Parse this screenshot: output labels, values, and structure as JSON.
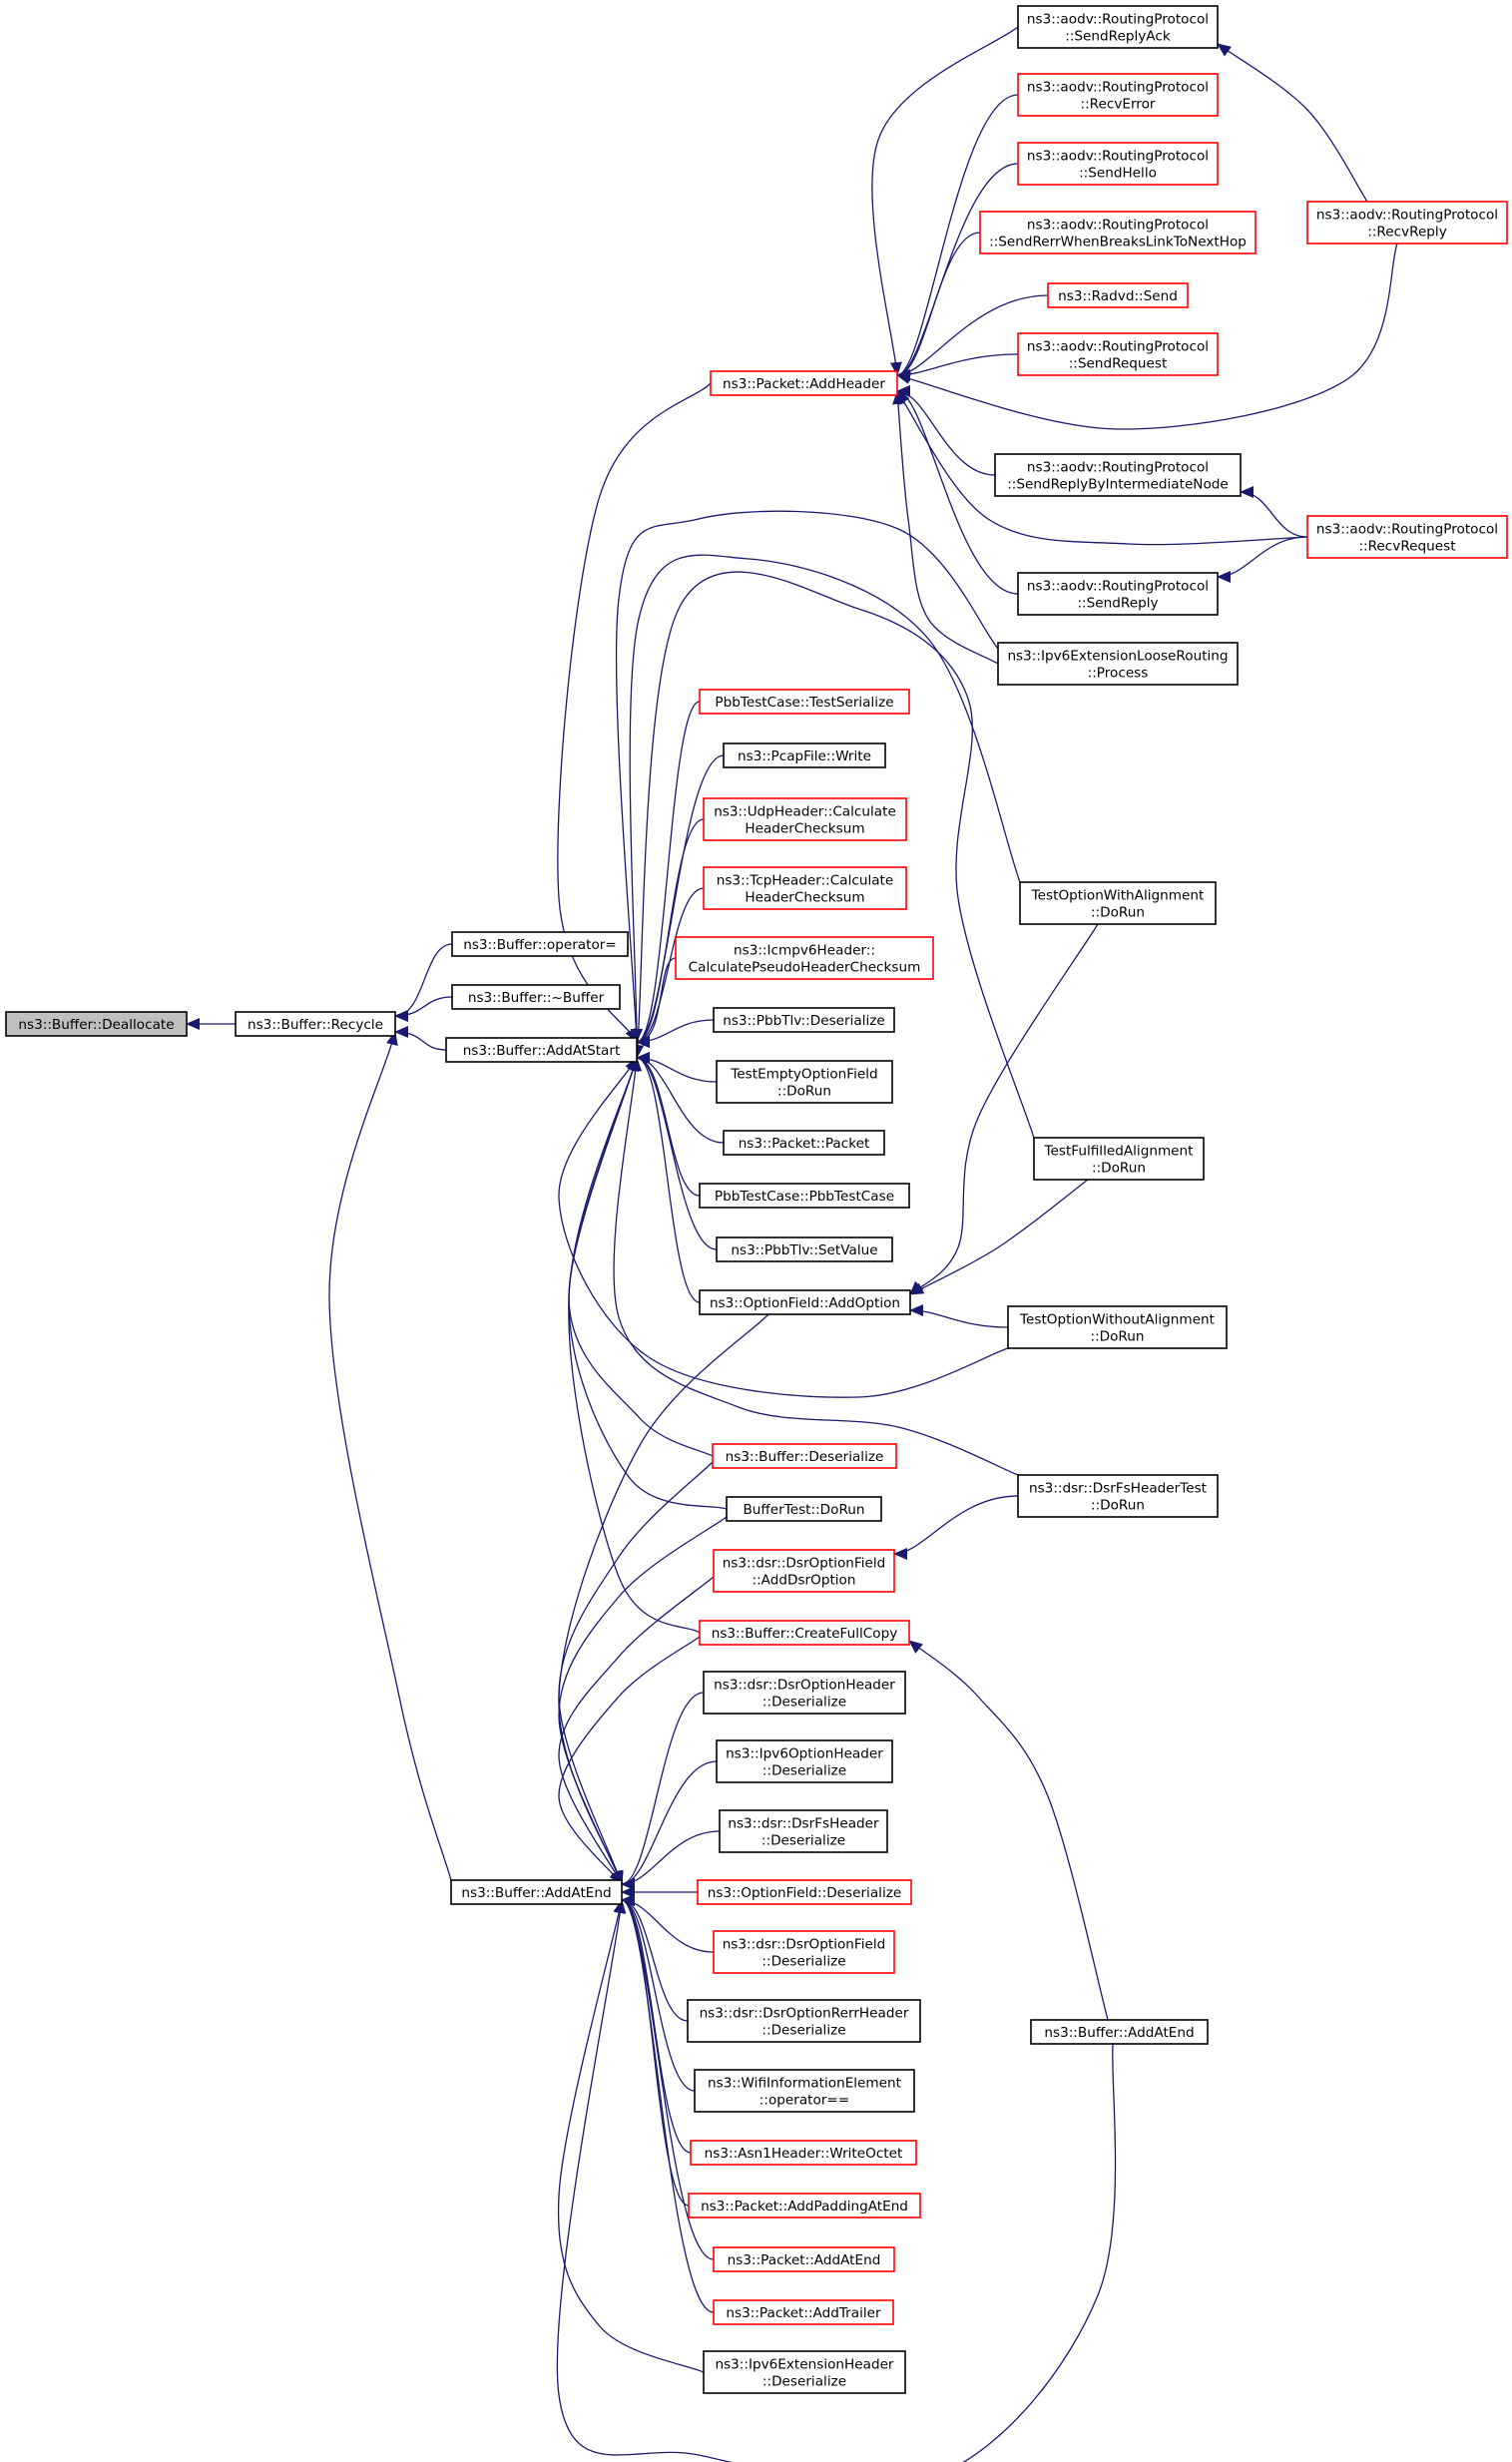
{
  "diagram_title": "",
  "colors": {
    "edge": "#191970",
    "root_fill": "#bfbfbf",
    "border_black": "#000000",
    "border_red": "#ff0000",
    "background": "#ffffff"
  },
  "nodes": [
    {
      "id": "dealloc",
      "lines": [
        "ns3::Buffer::Deallocate"
      ],
      "border": "root"
    },
    {
      "id": "recycle",
      "lines": [
        "ns3::Buffer::Recycle"
      ],
      "border": "black"
    },
    {
      "id": "op_assign",
      "lines": [
        "ns3::Buffer::operator="
      ],
      "border": "black"
    },
    {
      "id": "destructor",
      "lines": [
        "ns3::Buffer::~Buffer"
      ],
      "border": "black"
    },
    {
      "id": "addatstart",
      "lines": [
        "ns3::Buffer::AddAtStart"
      ],
      "border": "black"
    },
    {
      "id": "addatend",
      "lines": [
        "ns3::Buffer::AddAtEnd"
      ],
      "border": "black"
    },
    {
      "id": "pkt_addheader",
      "lines": [
        "ns3::Packet::AddHeader"
      ],
      "border": "red"
    },
    {
      "id": "aodv_sendreplyack",
      "lines": [
        "ns3::aodv::RoutingProtocol",
        "::SendReplyAck"
      ],
      "border": "black"
    },
    {
      "id": "aodv_recverror",
      "lines": [
        "ns3::aodv::RoutingProtocol",
        "::RecvError"
      ],
      "border": "red"
    },
    {
      "id": "aodv_sendhello",
      "lines": [
        "ns3::aodv::RoutingProtocol",
        "::SendHello"
      ],
      "border": "red"
    },
    {
      "id": "aodv_sendrerr",
      "lines": [
        "ns3::aodv::RoutingProtocol",
        "::SendRerrWhenBreaksLinkToNextHop"
      ],
      "border": "red"
    },
    {
      "id": "radvd_send",
      "lines": [
        "ns3::Radvd::Send"
      ],
      "border": "red"
    },
    {
      "id": "aodv_sendrequest",
      "lines": [
        "ns3::aodv::RoutingProtocol",
        "::SendRequest"
      ],
      "border": "red"
    },
    {
      "id": "aodv_sendreplyinter",
      "lines": [
        "ns3::aodv::RoutingProtocol",
        "::SendReplyByIntermediateNode"
      ],
      "border": "black"
    },
    {
      "id": "aodv_sendreply",
      "lines": [
        "ns3::aodv::RoutingProtocol",
        "::SendReply"
      ],
      "border": "black"
    },
    {
      "id": "ipv6ext_loose",
      "lines": [
        "ns3::Ipv6ExtensionLooseRouting",
        "::Process"
      ],
      "border": "black"
    },
    {
      "id": "aodv_recvreply",
      "lines": [
        "ns3::aodv::RoutingProtocol",
        "::RecvReply"
      ],
      "border": "red"
    },
    {
      "id": "aodv_recvrequest",
      "lines": [
        "ns3::aodv::RoutingProtocol",
        "::RecvRequest"
      ],
      "border": "red"
    },
    {
      "id": "pbb_testserialize",
      "lines": [
        "PbbTestCase::TestSerialize"
      ],
      "border": "red"
    },
    {
      "id": "pcap_write",
      "lines": [
        "ns3::PcapFile::Write"
      ],
      "border": "black"
    },
    {
      "id": "udp_checksum",
      "lines": [
        "ns3::UdpHeader::Calculate",
        "HeaderChecksum"
      ],
      "border": "red"
    },
    {
      "id": "tcp_checksum",
      "lines": [
        "ns3::TcpHeader::Calculate",
        "HeaderChecksum"
      ],
      "border": "red"
    },
    {
      "id": "icmpv6_checksum",
      "lines": [
        "ns3::Icmpv6Header::",
        "CalculatePseudoHeaderChecksum"
      ],
      "border": "red"
    },
    {
      "id": "pbbtlv_deser",
      "lines": [
        "ns3::PbbTlv::Deserialize"
      ],
      "border": "black"
    },
    {
      "id": "testempty",
      "lines": [
        "TestEmptyOptionField",
        "::DoRun"
      ],
      "border": "black"
    },
    {
      "id": "pkt_packet",
      "lines": [
        "ns3::Packet::Packet"
      ],
      "border": "black"
    },
    {
      "id": "pbb_testcase",
      "lines": [
        "PbbTestCase::PbbTestCase"
      ],
      "border": "black"
    },
    {
      "id": "pbbtlv_setvalue",
      "lines": [
        "ns3::PbbTlv::SetValue"
      ],
      "border": "black"
    },
    {
      "id": "optfield_addoption",
      "lines": [
        "ns3::OptionField::AddOption"
      ],
      "border": "black"
    },
    {
      "id": "testwithalign",
      "lines": [
        "TestOptionWithAlignment",
        "::DoRun"
      ],
      "border": "black"
    },
    {
      "id": "testfulfilled",
      "lines": [
        "TestFulfilledAlignment",
        "::DoRun"
      ],
      "border": "black"
    },
    {
      "id": "testwithout",
      "lines": [
        "TestOptionWithoutAlignment",
        "::DoRun"
      ],
      "border": "black"
    },
    {
      "id": "buf_deser",
      "lines": [
        "ns3::Buffer::Deserialize"
      ],
      "border": "red"
    },
    {
      "id": "buffertest",
      "lines": [
        "BufferTest::DoRun"
      ],
      "border": "black"
    },
    {
      "id": "dsr_addoption",
      "lines": [
        "ns3::dsr::DsrOptionField",
        "::AddDsrOption"
      ],
      "border": "red"
    },
    {
      "id": "dsrfstest",
      "lines": [
        "ns3::dsr::DsrFsHeaderTest",
        "::DoRun"
      ],
      "border": "black"
    },
    {
      "id": "buf_fullcopy",
      "lines": [
        "ns3::Buffer::CreateFullCopy"
      ],
      "border": "red"
    },
    {
      "id": "dsr_optheader_deser",
      "lines": [
        "ns3::dsr::DsrOptionHeader",
        "::Deserialize"
      ],
      "border": "black"
    },
    {
      "id": "ipv6opt_deser",
      "lines": [
        "ns3::Ipv6OptionHeader",
        "::Deserialize"
      ],
      "border": "black"
    },
    {
      "id": "dsrfs_deser",
      "lines": [
        "ns3::dsr::DsrFsHeader",
        "::Deserialize"
      ],
      "border": "black"
    },
    {
      "id": "optfield_deser",
      "lines": [
        "ns3::OptionField::Deserialize"
      ],
      "border": "red"
    },
    {
      "id": "dsr_optfield_deser",
      "lines": [
        "ns3::dsr::DsrOptionField",
        "::Deserialize"
      ],
      "border": "red"
    },
    {
      "id": "dsr_rerr_deser",
      "lines": [
        "ns3::dsr::DsrOptionRerrHeader",
        "::Deserialize"
      ],
      "border": "black"
    },
    {
      "id": "wifi_ie_eq",
      "lines": [
        "ns3::WifiInformationElement",
        "::operator=="
      ],
      "border": "black"
    },
    {
      "id": "asn1_writeoctet",
      "lines": [
        "ns3::Asn1Header::WriteOctet"
      ],
      "border": "red"
    },
    {
      "id": "pkt_addpadding",
      "lines": [
        "ns3::Packet::AddPaddingAtEnd"
      ],
      "border": "red"
    },
    {
      "id": "pkt_addatend",
      "lines": [
        "ns3::Packet::AddAtEnd"
      ],
      "border": "red"
    },
    {
      "id": "pkt_addtrailer",
      "lines": [
        "ns3::Packet::AddTrailer"
      ],
      "border": "red"
    },
    {
      "id": "ipv6ext_deser",
      "lines": [
        "ns3::Ipv6ExtensionHeader",
        "::Deserialize"
      ],
      "border": "black"
    },
    {
      "id": "buf_addatend2",
      "lines": [
        "ns3::Buffer::AddAtEnd"
      ],
      "border": "black"
    }
  ],
  "edges": [
    [
      "recycle",
      "dealloc"
    ],
    [
      "op_assign",
      "recycle"
    ],
    [
      "destructor",
      "recycle"
    ],
    [
      "addatstart",
      "recycle"
    ],
    [
      "addatend",
      "recycle"
    ],
    [
      "pkt_addheader",
      "addatstart"
    ],
    [
      "aodv_sendreplyack",
      "pkt_addheader"
    ],
    [
      "aodv_recverror",
      "pkt_addheader"
    ],
    [
      "aodv_sendhello",
      "pkt_addheader"
    ],
    [
      "aodv_sendrerr",
      "pkt_addheader"
    ],
    [
      "radvd_send",
      "pkt_addheader"
    ],
    [
      "aodv_sendrequest",
      "pkt_addheader"
    ],
    [
      "aodv_recvreply",
      "pkt_addheader"
    ],
    [
      "aodv_sendreplyinter",
      "pkt_addheader"
    ],
    [
      "aodv_recvrequest",
      "pkt_addheader"
    ],
    [
      "aodv_sendreply",
      "pkt_addheader"
    ],
    [
      "ipv6ext_loose",
      "pkt_addheader"
    ],
    [
      "aodv_recvreply",
      "aodv_sendreplyack"
    ],
    [
      "aodv_recvrequest",
      "aodv_sendreplyinter"
    ],
    [
      "aodv_recvrequest",
      "aodv_sendreply"
    ],
    [
      "pbb_testserialize",
      "addatstart"
    ],
    [
      "pcap_write",
      "addatstart"
    ],
    [
      "udp_checksum",
      "addatstart"
    ],
    [
      "tcp_checksum",
      "addatstart"
    ],
    [
      "icmpv6_checksum",
      "addatstart"
    ],
    [
      "pbbtlv_deser",
      "addatstart"
    ],
    [
      "testempty",
      "addatstart"
    ],
    [
      "pkt_packet",
      "addatstart"
    ],
    [
      "pbb_testcase",
      "addatstart"
    ],
    [
      "pbbtlv_setvalue",
      "addatstart"
    ],
    [
      "optfield_addoption",
      "addatstart"
    ],
    [
      "ipv6ext_loose",
      "addatstart"
    ],
    [
      "testwithalign",
      "addatstart"
    ],
    [
      "testfulfilled",
      "addatstart"
    ],
    [
      "testwithout",
      "addatstart"
    ],
    [
      "buf_deser",
      "addatstart"
    ],
    [
      "buffertest",
      "addatstart"
    ],
    [
      "dsrfstest",
      "addatstart"
    ],
    [
      "buf_fullcopy",
      "addatstart"
    ],
    [
      "testwithalign",
      "optfield_addoption"
    ],
    [
      "testfulfilled",
      "optfield_addoption"
    ],
    [
      "testwithout",
      "optfield_addoption"
    ],
    [
      "dsrfstest",
      "dsr_addoption"
    ],
    [
      "buf_addatend2",
      "buf_fullcopy"
    ],
    [
      "optfield_addoption",
      "addatend"
    ],
    [
      "buf_deser",
      "addatend"
    ],
    [
      "buffertest",
      "addatend"
    ],
    [
      "dsr_addoption",
      "addatend"
    ],
    [
      "buf_fullcopy",
      "addatend"
    ],
    [
      "dsr_optheader_deser",
      "addatend"
    ],
    [
      "ipv6opt_deser",
      "addatend"
    ],
    [
      "dsrfs_deser",
      "addatend"
    ],
    [
      "optfield_deser",
      "addatend"
    ],
    [
      "dsr_optfield_deser",
      "addatend"
    ],
    [
      "dsr_rerr_deser",
      "addatend"
    ],
    [
      "wifi_ie_eq",
      "addatend"
    ],
    [
      "asn1_writeoctet",
      "addatend"
    ],
    [
      "pkt_addpadding",
      "addatend"
    ],
    [
      "pkt_addatend",
      "addatend"
    ],
    [
      "pkt_addtrailer",
      "addatend"
    ],
    [
      "ipv6ext_deser",
      "addatend"
    ],
    [
      "buf_addatend2",
      "addatend"
    ]
  ]
}
